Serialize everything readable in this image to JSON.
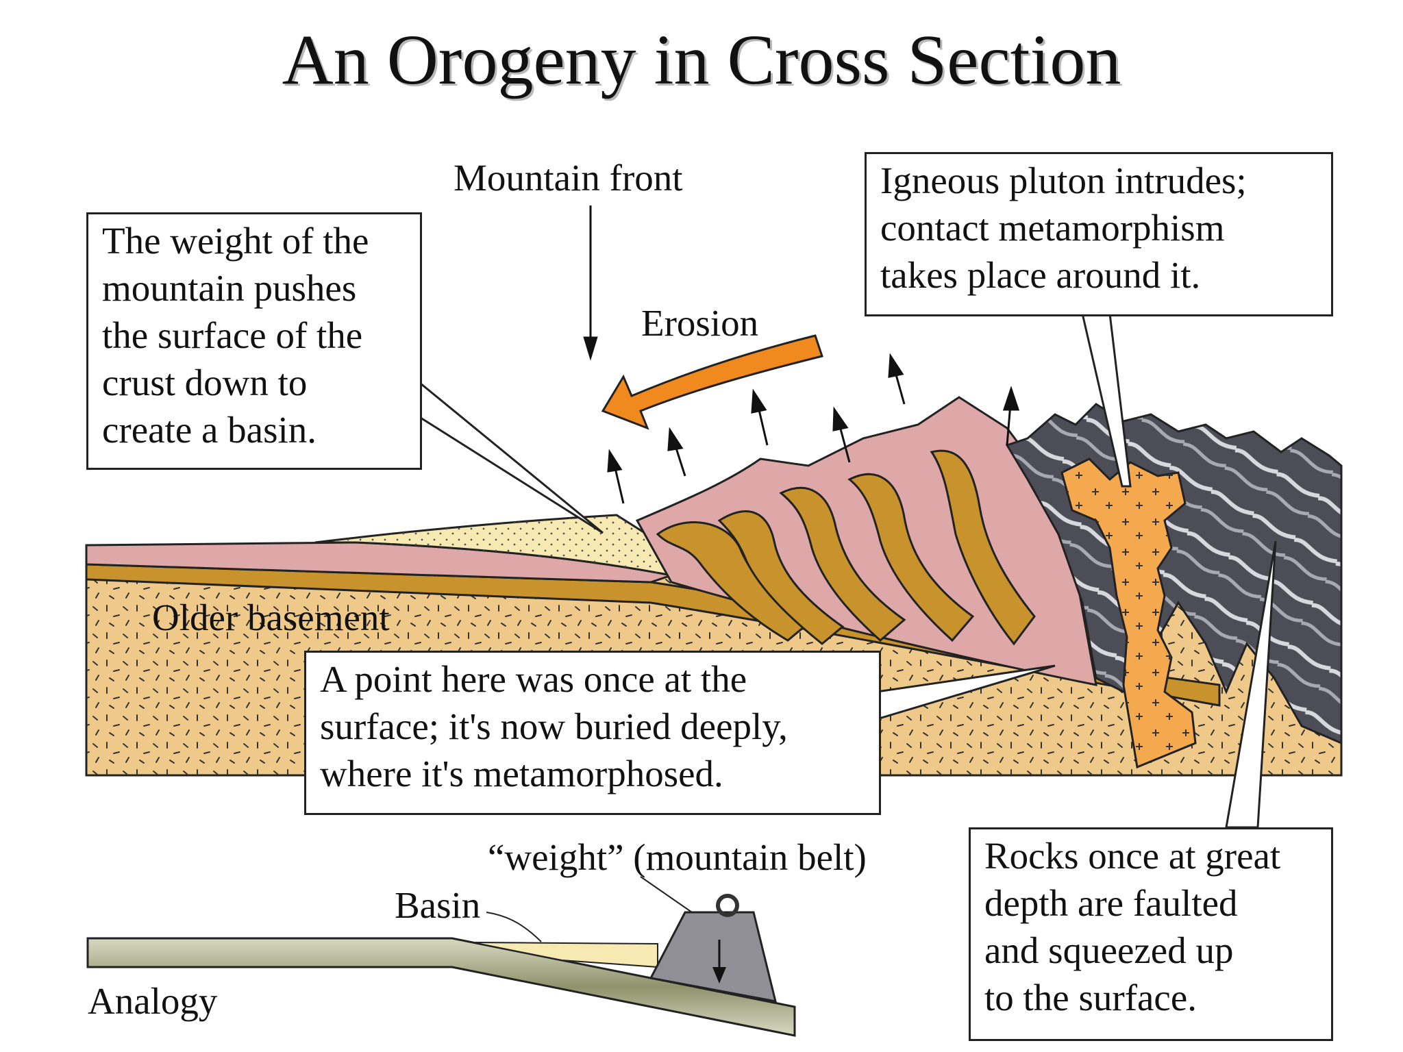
{
  "title": "An Orogeny in Cross Section",
  "labels": {
    "mountain_front": "Mountain front",
    "erosion": "Erosion",
    "older_basement": "Older basement",
    "weight": "“weight” (mountain belt)",
    "basin": "Basin",
    "analogy": "Analogy"
  },
  "callouts": {
    "basin_weight": "The weight of the\nmountain pushes\nthe surface of the\ncrust down to\ncreate a basin.",
    "pluton": "Igneous pluton intrudes;\ncontact metamorphism\ntakes place around it.",
    "buried_point": "A point here was once at the\nsurface; it's now buried deeply,\nwhere it's metamorphosed.",
    "faulted_rocks": "Rocks once at great\ndepth are faulted\nand squeezed up\nto the surface."
  },
  "colors": {
    "basement": "#efc98a",
    "sediment_yellow": "#f6eab2",
    "pink_layer": "#dea8a8",
    "gold_layer": "#c8922c",
    "pluton_orange": "#f5a94e",
    "erosion_arrow": "#f08a1f",
    "metamorphic_dark": "#55555f",
    "weight_gray": "#8f8f95",
    "analogy_plate": "#a8ad86"
  },
  "icons": {
    "erosion_arrow": "erosion-arrow-icon",
    "uplift_arrows": "uplift-arrow-icon",
    "weight_down_arrow": "down-arrow-icon"
  }
}
